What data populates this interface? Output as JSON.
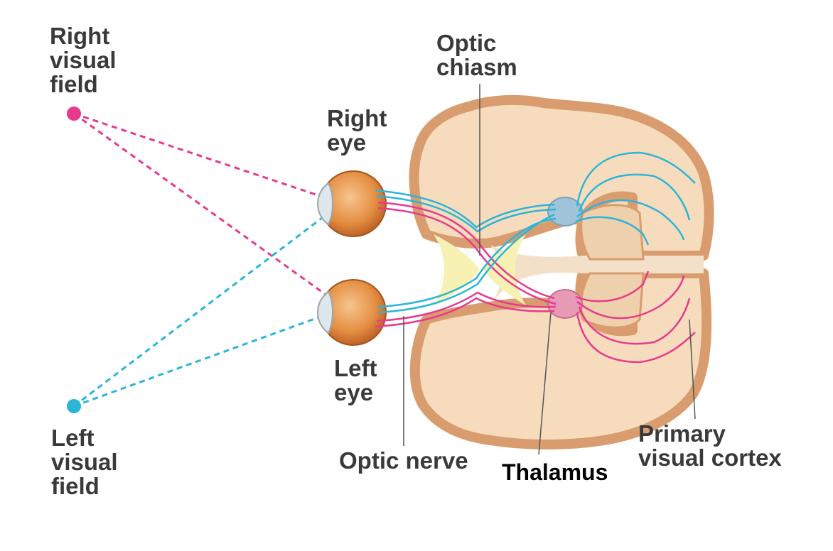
{
  "labels": {
    "right_visual_field": [
      "Right",
      "visual",
      "field"
    ],
    "left_visual_field": [
      "Left",
      "visual",
      "field"
    ],
    "right_eye": [
      "Right",
      "eye"
    ],
    "left_eye": [
      "Left",
      "eye"
    ],
    "optic_chiasm": [
      "Optic",
      "chiasm"
    ],
    "optic_nerve": "Optic nerve",
    "thalamus": "Thalamus",
    "primary_visual_cortex": [
      "Primary",
      "visual cortex"
    ]
  },
  "colors": {
    "right_field": "#e8398f",
    "left_field": "#2bb5d9",
    "brain_fill": "#f6dcbc",
    "brain_outline": "#d99c6e",
    "eyeball": "#e58f43",
    "chiasm": "#f7f2b3"
  }
}
